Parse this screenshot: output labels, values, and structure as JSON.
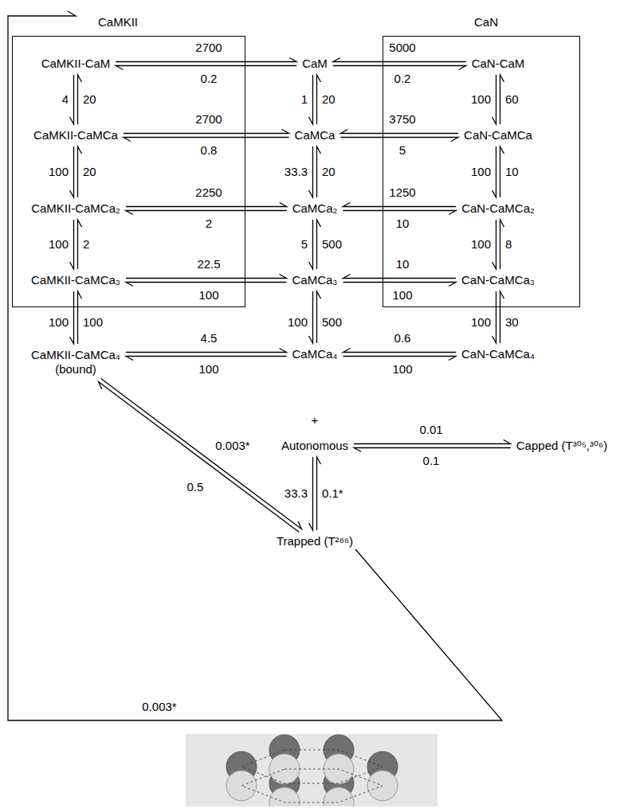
{
  "diagram": {
    "nodes": [
      {
        "text": [
          "CaMKII"
        ]
      },
      {
        "text": [
          "CaMKII-CaM"
        ],
        "in": 0
      },
      {
        "text": [
          "CaMKII-CaMCa"
        ],
        "in": 0
      },
      {
        "text": [
          "CaMKII-CaMCa₂"
        ],
        "in": 0
      },
      {
        "text": [
          "CaMKII-CaMCa₃"
        ],
        "in": 0
      },
      {
        "text": [
          "CaM"
        ]
      },
      {
        "text": [
          "CaMCa"
        ]
      },
      {
        "text": [
          "CaMCa₂"
        ]
      },
      {
        "text": [
          "CaMCa₃"
        ]
      },
      {
        "text": [
          "CaN"
        ]
      },
      {
        "text": [
          "CaN-CaM"
        ],
        "in": 9
      },
      {
        "text": [
          "CaN-CaMCa"
        ],
        "in": 9
      },
      {
        "text": [
          "CaN-CaMCa₂"
        ],
        "in": 9
      },
      {
        "text": [
          "CaN-CaMCa₃"
        ],
        "in": 9
      },
      {
        "text": [
          "CaMKII-CaMCa₄",
          "(bound)"
        ]
      },
      {
        "text": [
          "CaMCa₄"
        ]
      },
      {
        "text": [
          "CaN-CaMCa₄"
        ]
      },
      {
        "text": [
          "Autonomous"
        ]
      },
      {
        "text": [
          "Capped (T³⁰⁵,³⁰⁶)"
        ]
      },
      {
        "text": [
          "Trapped (T²⁸⁶)"
        ]
      }
    ],
    "edges": [
      {
        "from": 1,
        "to": 5,
        "arrow": "both"
      },
      {
        "from": 5,
        "to": 10,
        "arrow": "both"
      },
      {
        "from": 1,
        "to": 2,
        "arrow": "both"
      },
      {
        "from": 5,
        "to": 6,
        "arrow": "both"
      },
      {
        "from": 10,
        "to": 11,
        "arrow": "both"
      },
      {
        "from": 2,
        "to": 6,
        "arrow": "both"
      },
      {
        "from": 6,
        "to": 11,
        "arrow": "both"
      },
      {
        "from": 2,
        "to": 3,
        "arrow": "both"
      },
      {
        "from": 6,
        "to": 7,
        "arrow": "both"
      },
      {
        "from": 11,
        "to": 12,
        "arrow": "both"
      },
      {
        "from": 3,
        "to": 7,
        "arrow": "both"
      },
      {
        "from": 7,
        "to": 12,
        "arrow": "both"
      },
      {
        "from": 3,
        "to": 4,
        "arrow": "both"
      },
      {
        "from": 7,
        "to": 8,
        "arrow": "both"
      },
      {
        "from": 12,
        "to": 13,
        "arrow": "both"
      },
      {
        "from": 4,
        "to": 8,
        "arrow": "both"
      },
      {
        "from": 8,
        "to": 13,
        "arrow": "both"
      },
      {
        "from": 4,
        "to": 14,
        "arrow": "both"
      },
      {
        "from": 8,
        "to": 15,
        "arrow": "both"
      },
      {
        "from": 13,
        "to": 16,
        "arrow": "both"
      },
      {
        "from": 14,
        "to": 15,
        "arrow": "both"
      },
      {
        "from": 15,
        "to": 16,
        "arrow": "both"
      },
      {
        "from": 14,
        "to": 19,
        "arrow": "both"
      },
      {
        "from": 17,
        "to": 18,
        "arrow": "both"
      },
      {
        "from": 17,
        "to": 19,
        "arrow": "both"
      },
      {
        "from": 19,
        "to": 0,
        "arrow": "to",
        "label": "0.003*"
      }
    ],
    "labels": [
      "2700",
      "0.2",
      "5000",
      "0.2",
      "4",
      "20",
      "1",
      "20",
      "100",
      "60",
      "2700",
      "0.8",
      "3750",
      "5",
      "100",
      "20",
      "33.3",
      "20",
      "100",
      "10",
      "2250",
      "2",
      "1250",
      "10",
      "100",
      "2",
      "5",
      "500",
      "100",
      "8",
      "22.5",
      "100",
      "10",
      "100",
      "100",
      "100",
      "100",
      "500",
      "100",
      "30",
      "4.5",
      "100",
      "0.6",
      "100",
      "+",
      "0.003*",
      "0.01",
      "0.1",
      "0.5",
      "33.3",
      "0.1*"
    ]
  }
}
